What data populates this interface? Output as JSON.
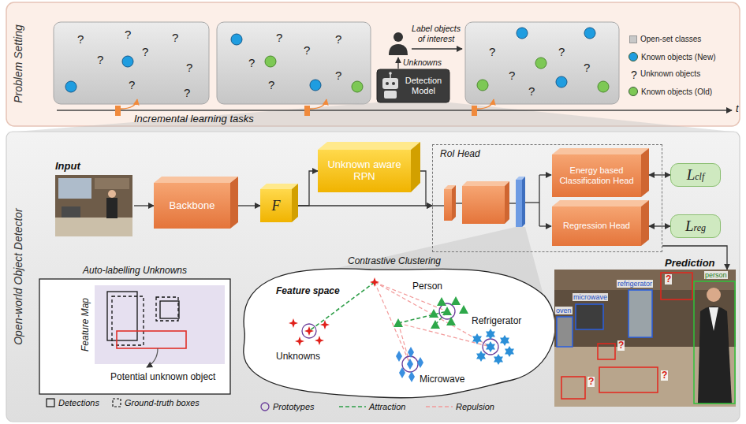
{
  "diagram": {
    "nodes": [
      {
        "text": [
          "Problem Setting"
        ]
      },
      {
        "text": [
          "?",
          "?",
          "?",
          "?",
          "?",
          "?",
          "?",
          "?"
        ],
        "in": 0
      },
      {
        "text": [
          "?",
          "?",
          "?",
          "?",
          "?",
          "?"
        ],
        "in": 0
      },
      {
        "text": [
          "Detection Model"
        ],
        "in": 0
      },
      {
        "text": [
          "?",
          "?",
          "?",
          "?",
          "?"
        ],
        "in": 0
      },
      {
        "text": [
          "Open-world Object Detector"
        ]
      },
      {
        "text": [
          "Input"
        ],
        "in": 5
      },
      {
        "text": [
          "Backbone"
        ],
        "in": 5
      },
      {
        "text": [
          "F"
        ],
        "in": 5
      },
      {
        "text": [
          "Unknown aware RPN"
        ],
        "in": 5
      },
      {
        "text": [
          "RoI Head"
        ],
        "in": 5
      },
      {
        "text": [
          "Energy based Classification Head"
        ],
        "in": 10
      },
      {
        "text": [
          "Regression Head"
        ],
        "in": 10
      },
      {
        "text": [
          "Lclf"
        ],
        "in": 5
      },
      {
        "text": [
          "Lreg"
        ],
        "in": 5
      },
      {
        "text": [
          "Auto-labelling Unknowns"
        ],
        "in": 5
      },
      {
        "text": [
          "Feature Map"
        ],
        "in": 15
      },
      {
        "text": [
          "Contrastive Clustering",
          "Feature space"
        ],
        "in": 5
      },
      {
        "text": [
          "Prediction"
        ],
        "in": 5
      }
    ],
    "edges": [
      {
        "from": 6,
        "to": 7,
        "arrow": "to"
      },
      {
        "from": 7,
        "to": 8,
        "arrow": "to"
      },
      {
        "from": 8,
        "to": 9,
        "arrow": "to"
      },
      {
        "from": 8,
        "to": 10,
        "arrow": "to"
      },
      {
        "from": 9,
        "to": 10,
        "arrow": "to"
      },
      {
        "from": 11,
        "to": 13,
        "arrow": "both"
      },
      {
        "from": 12,
        "to": 14,
        "arrow": "both"
      },
      {
        "from": 10,
        "to": 18,
        "arrow": "to"
      }
    ],
    "labels": [
      "Label objects of interest",
      "Unknowns",
      "Incremental learning tasks",
      "t",
      "?",
      "Potential unknown object",
      "Unknowns",
      "Person",
      "Refrigerator",
      "Microwave",
      "refrigerator",
      "microwave",
      "oven",
      "person",
      "?",
      "?",
      "?",
      "?"
    ],
    "legend": [
      {
        "text": "Open-set classes",
        "color": "#c8c8c8"
      },
      {
        "text": "Known objects (New)",
        "color": "#1f9de0"
      },
      {
        "text": "Unknown objects"
      },
      {
        "text": "Known objects (Old)",
        "color": "#7dc855"
      },
      {
        "text": "Detections"
      },
      {
        "text": "Ground-truth boxes"
      },
      {
        "text": "Prototypes"
      },
      {
        "text": "Attraction"
      },
      {
        "text": "Repulsion"
      }
    ]
  }
}
